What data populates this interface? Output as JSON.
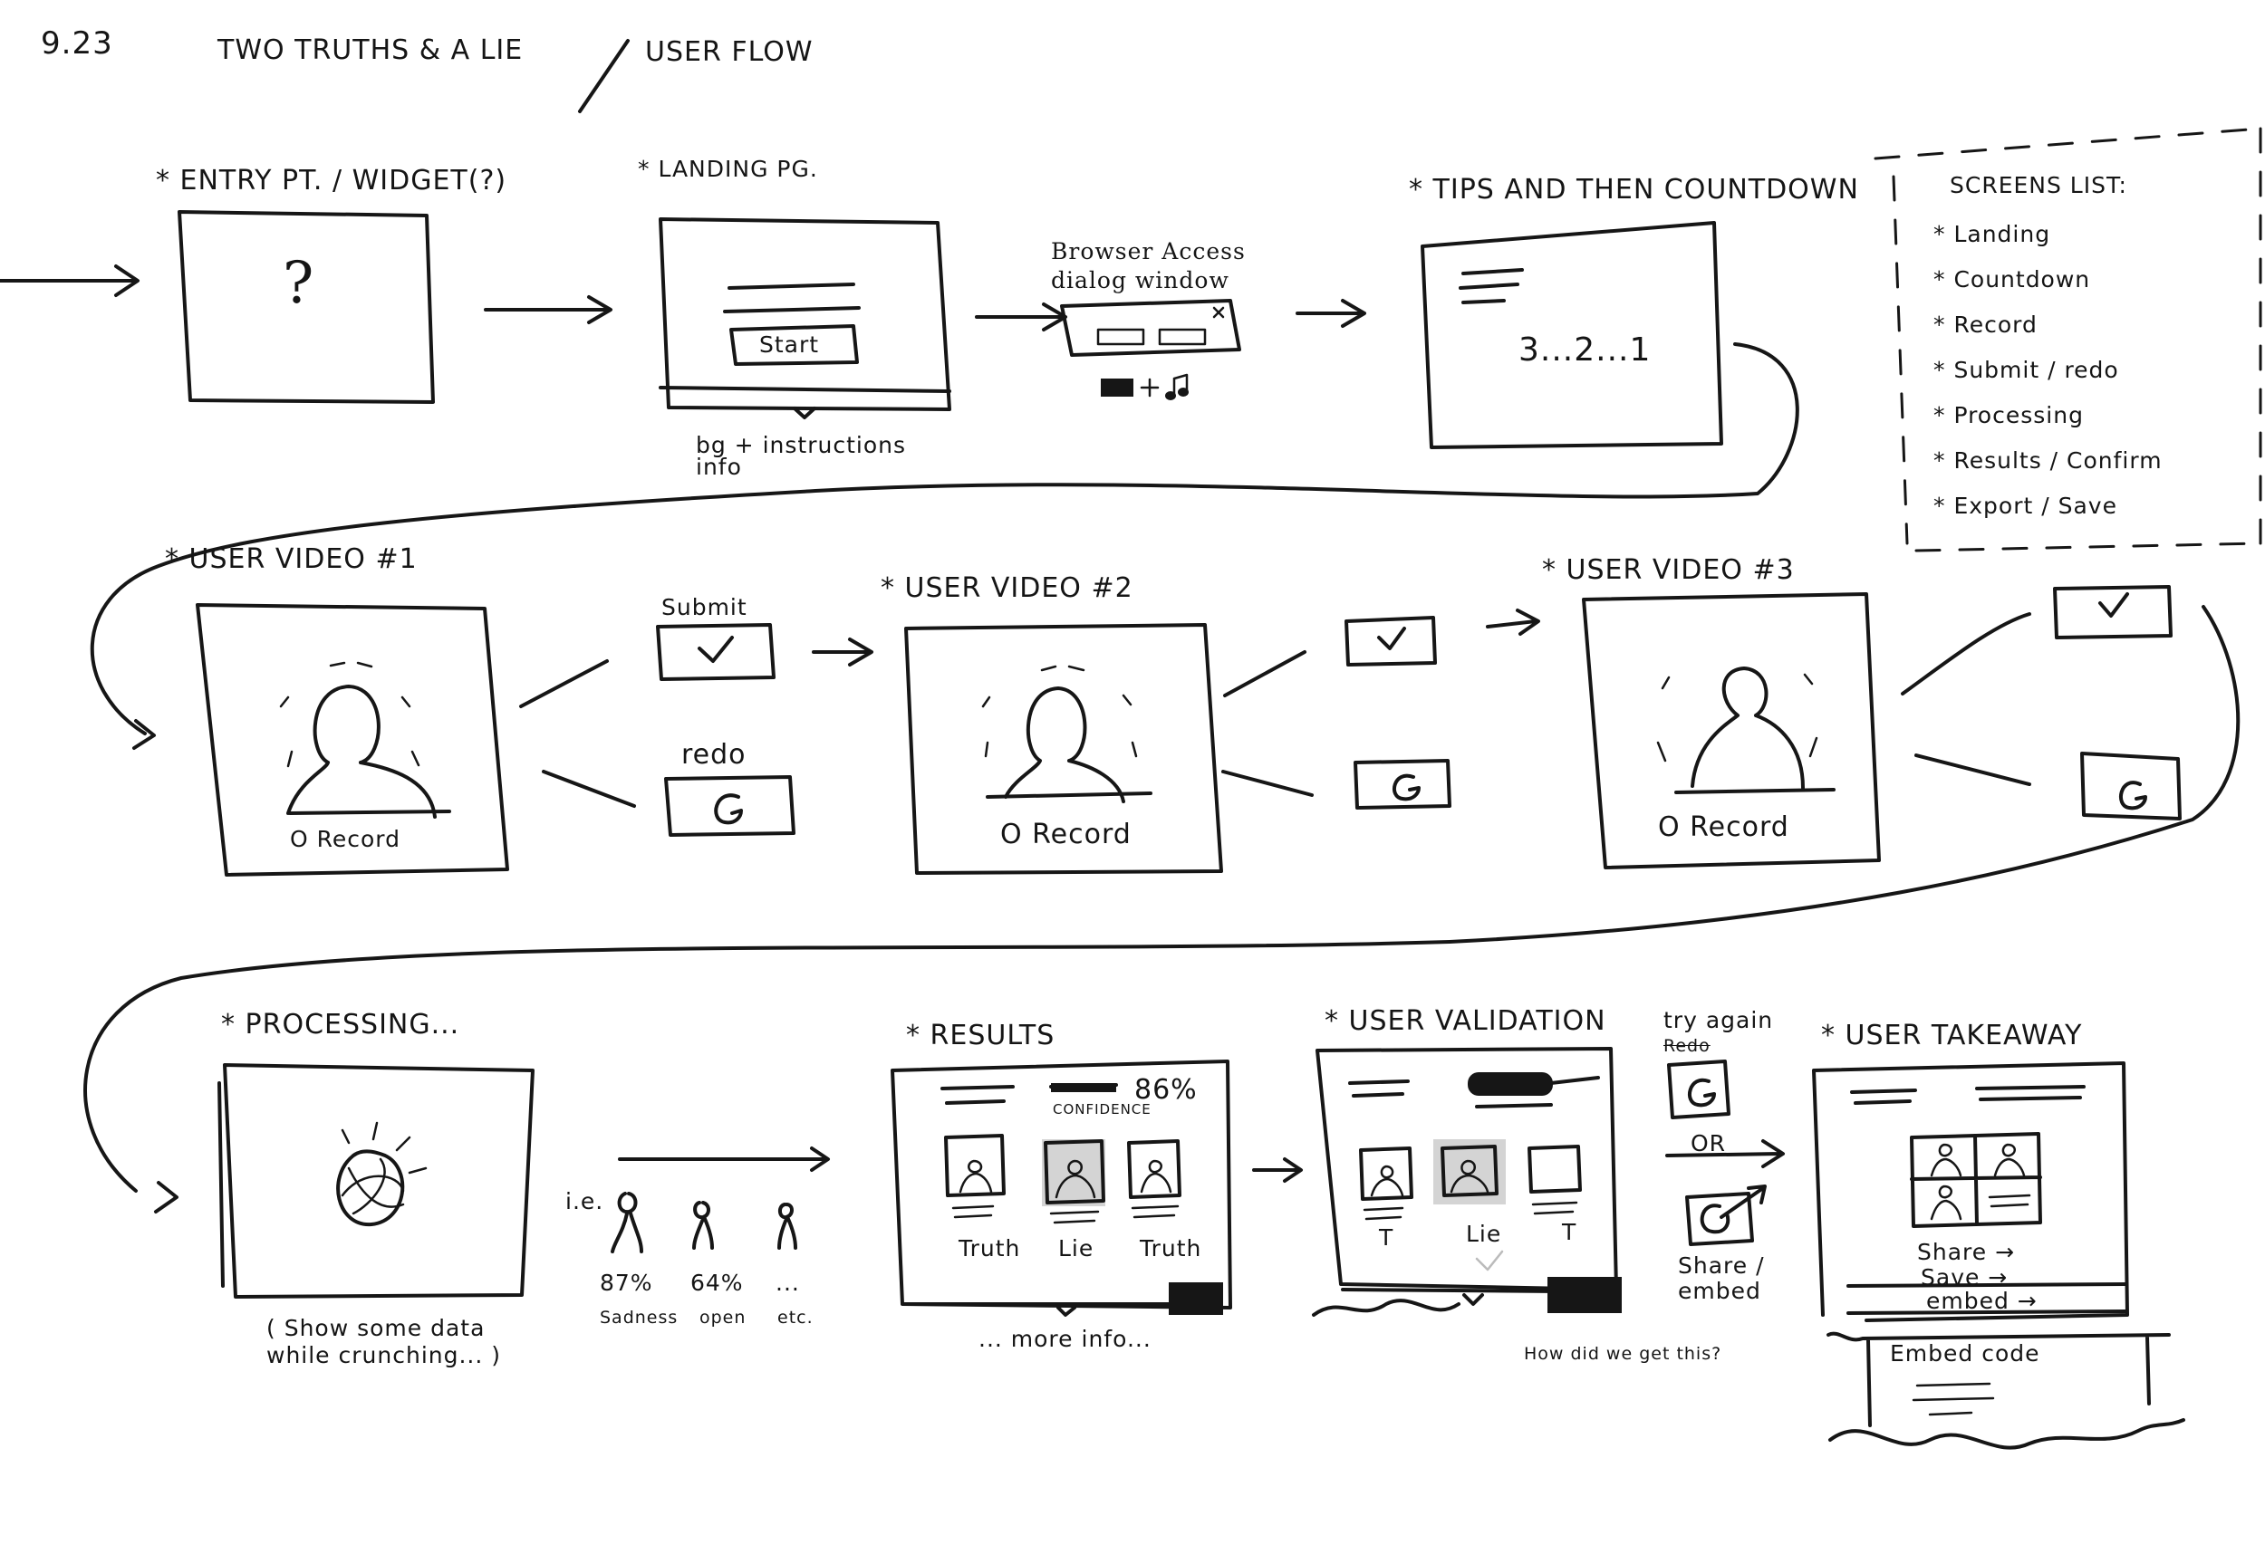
{
  "header": {
    "date": "9.23",
    "title": "Two Truths & a Lie",
    "subtitle": "User Flow"
  },
  "row1": {
    "entry_label": "* Entry Pt. / Widget(?)",
    "entry_mark": "?",
    "landing_label": "* Landing Pg.",
    "start_button": "Start",
    "landing_note": "bg + instructions info",
    "browser_label": "Browser Access dialog window",
    "tips_label": "* Tips and then Countdown",
    "countdown": "3...2...1"
  },
  "screens_list": {
    "title": "Screens List:",
    "items": [
      "* Landing",
      "* Countdown",
      "* Record",
      "* Submit / redo",
      "* Processing",
      "* Results / Confirm",
      "* Export / Save"
    ]
  },
  "row2": {
    "video1_label": "* User Video #1",
    "video2_label": "* User Video #2",
    "video3_label": "* User Video #3",
    "record_label": "O Record",
    "submit_label": "Submit",
    "redo_label": "redo"
  },
  "row3": {
    "processing_label": "* Processing...",
    "processing_note": "( Show some data while crunching... )",
    "ie_label": "i.e.",
    "data_items": [
      {
        "value": "87%",
        "label": "Sadness"
      },
      {
        "value": "64%",
        "label": "open"
      },
      {
        "value": "...",
        "label": "etc."
      }
    ],
    "results_label": "* Results",
    "confidence_value": "86%",
    "confidence_label": "Confidence",
    "results_cards": [
      "Truth",
      "Lie",
      "Truth"
    ],
    "more_info": "... more info...",
    "validation_label": "* User Validation",
    "validation_cards": [
      "T",
      "Lie",
      "T"
    ],
    "validation_note": "How did we get this?",
    "retry_struck": "Redo",
    "retry_label": "try again",
    "or_label": "OR",
    "share_label": "Share / embed",
    "takeaway_label": "* User Takeaway",
    "takeaway_links": [
      "Share →",
      "Save →",
      "embed →"
    ],
    "embed_code": "Embed code"
  }
}
